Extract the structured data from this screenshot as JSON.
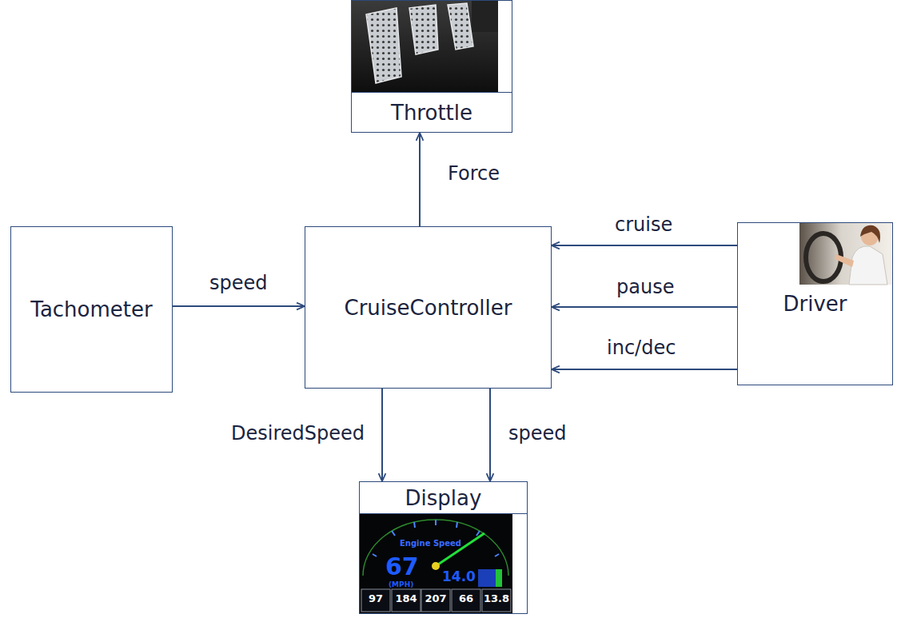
{
  "diagram": {
    "nodes": [
      {
        "text": [
          "Throttle"
        ]
      },
      {
        "text": [
          "Tachometer"
        ]
      },
      {
        "text": [
          "CruiseController"
        ]
      },
      {
        "text": [
          "Driver"
        ]
      },
      {
        "text": [
          "Display"
        ]
      }
    ],
    "edges": [
      {
        "from": 2,
        "to": 0,
        "arrow": "to",
        "label": "Force"
      },
      {
        "from": 1,
        "to": 2,
        "arrow": "to",
        "label": "speed"
      },
      {
        "from": 3,
        "to": 2,
        "arrow": "to",
        "label": "cruise"
      },
      {
        "from": 3,
        "to": 2,
        "arrow": "to",
        "label": "pause"
      },
      {
        "from": 3,
        "to": 2,
        "arrow": "to",
        "label": "inc/dec"
      },
      {
        "from": 2,
        "to": 4,
        "arrow": "to",
        "label": "DesiredSpeed"
      },
      {
        "from": 2,
        "to": 4,
        "arrow": "to",
        "label": "speed"
      }
    ],
    "labels": [
      "Engine Speed",
      "67",
      "(MPH)",
      "14.0",
      "97",
      "184",
      "207",
      "66",
      "13.8"
    ]
  }
}
